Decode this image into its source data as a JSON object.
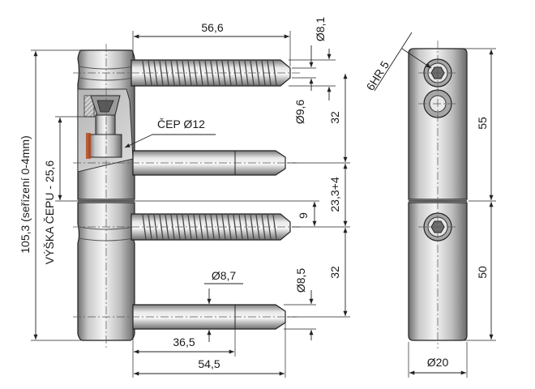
{
  "dimensions": {
    "screw_length": "56,6",
    "screw_dia_top": "Ø8,1",
    "screw_dia_root": "Ø9,6",
    "pin_label": "ČEP Ø12",
    "spacing_upper": "32",
    "gap": "23,3+4",
    "offset": "9",
    "spacing_lower": "32",
    "pin_dia": "Ø8,7",
    "pin_tip_dia": "Ø8,5",
    "pin_inner_length": "36,5",
    "pin_total_length": "54,5",
    "total_height": "105,3 (seřízení 0-4mm)",
    "pin_height": "VÝŠKA ČEPU - 25,6",
    "hex_key": "6HR 5",
    "upper_height": "55",
    "lower_height": "50",
    "body_dia": "Ø20"
  }
}
